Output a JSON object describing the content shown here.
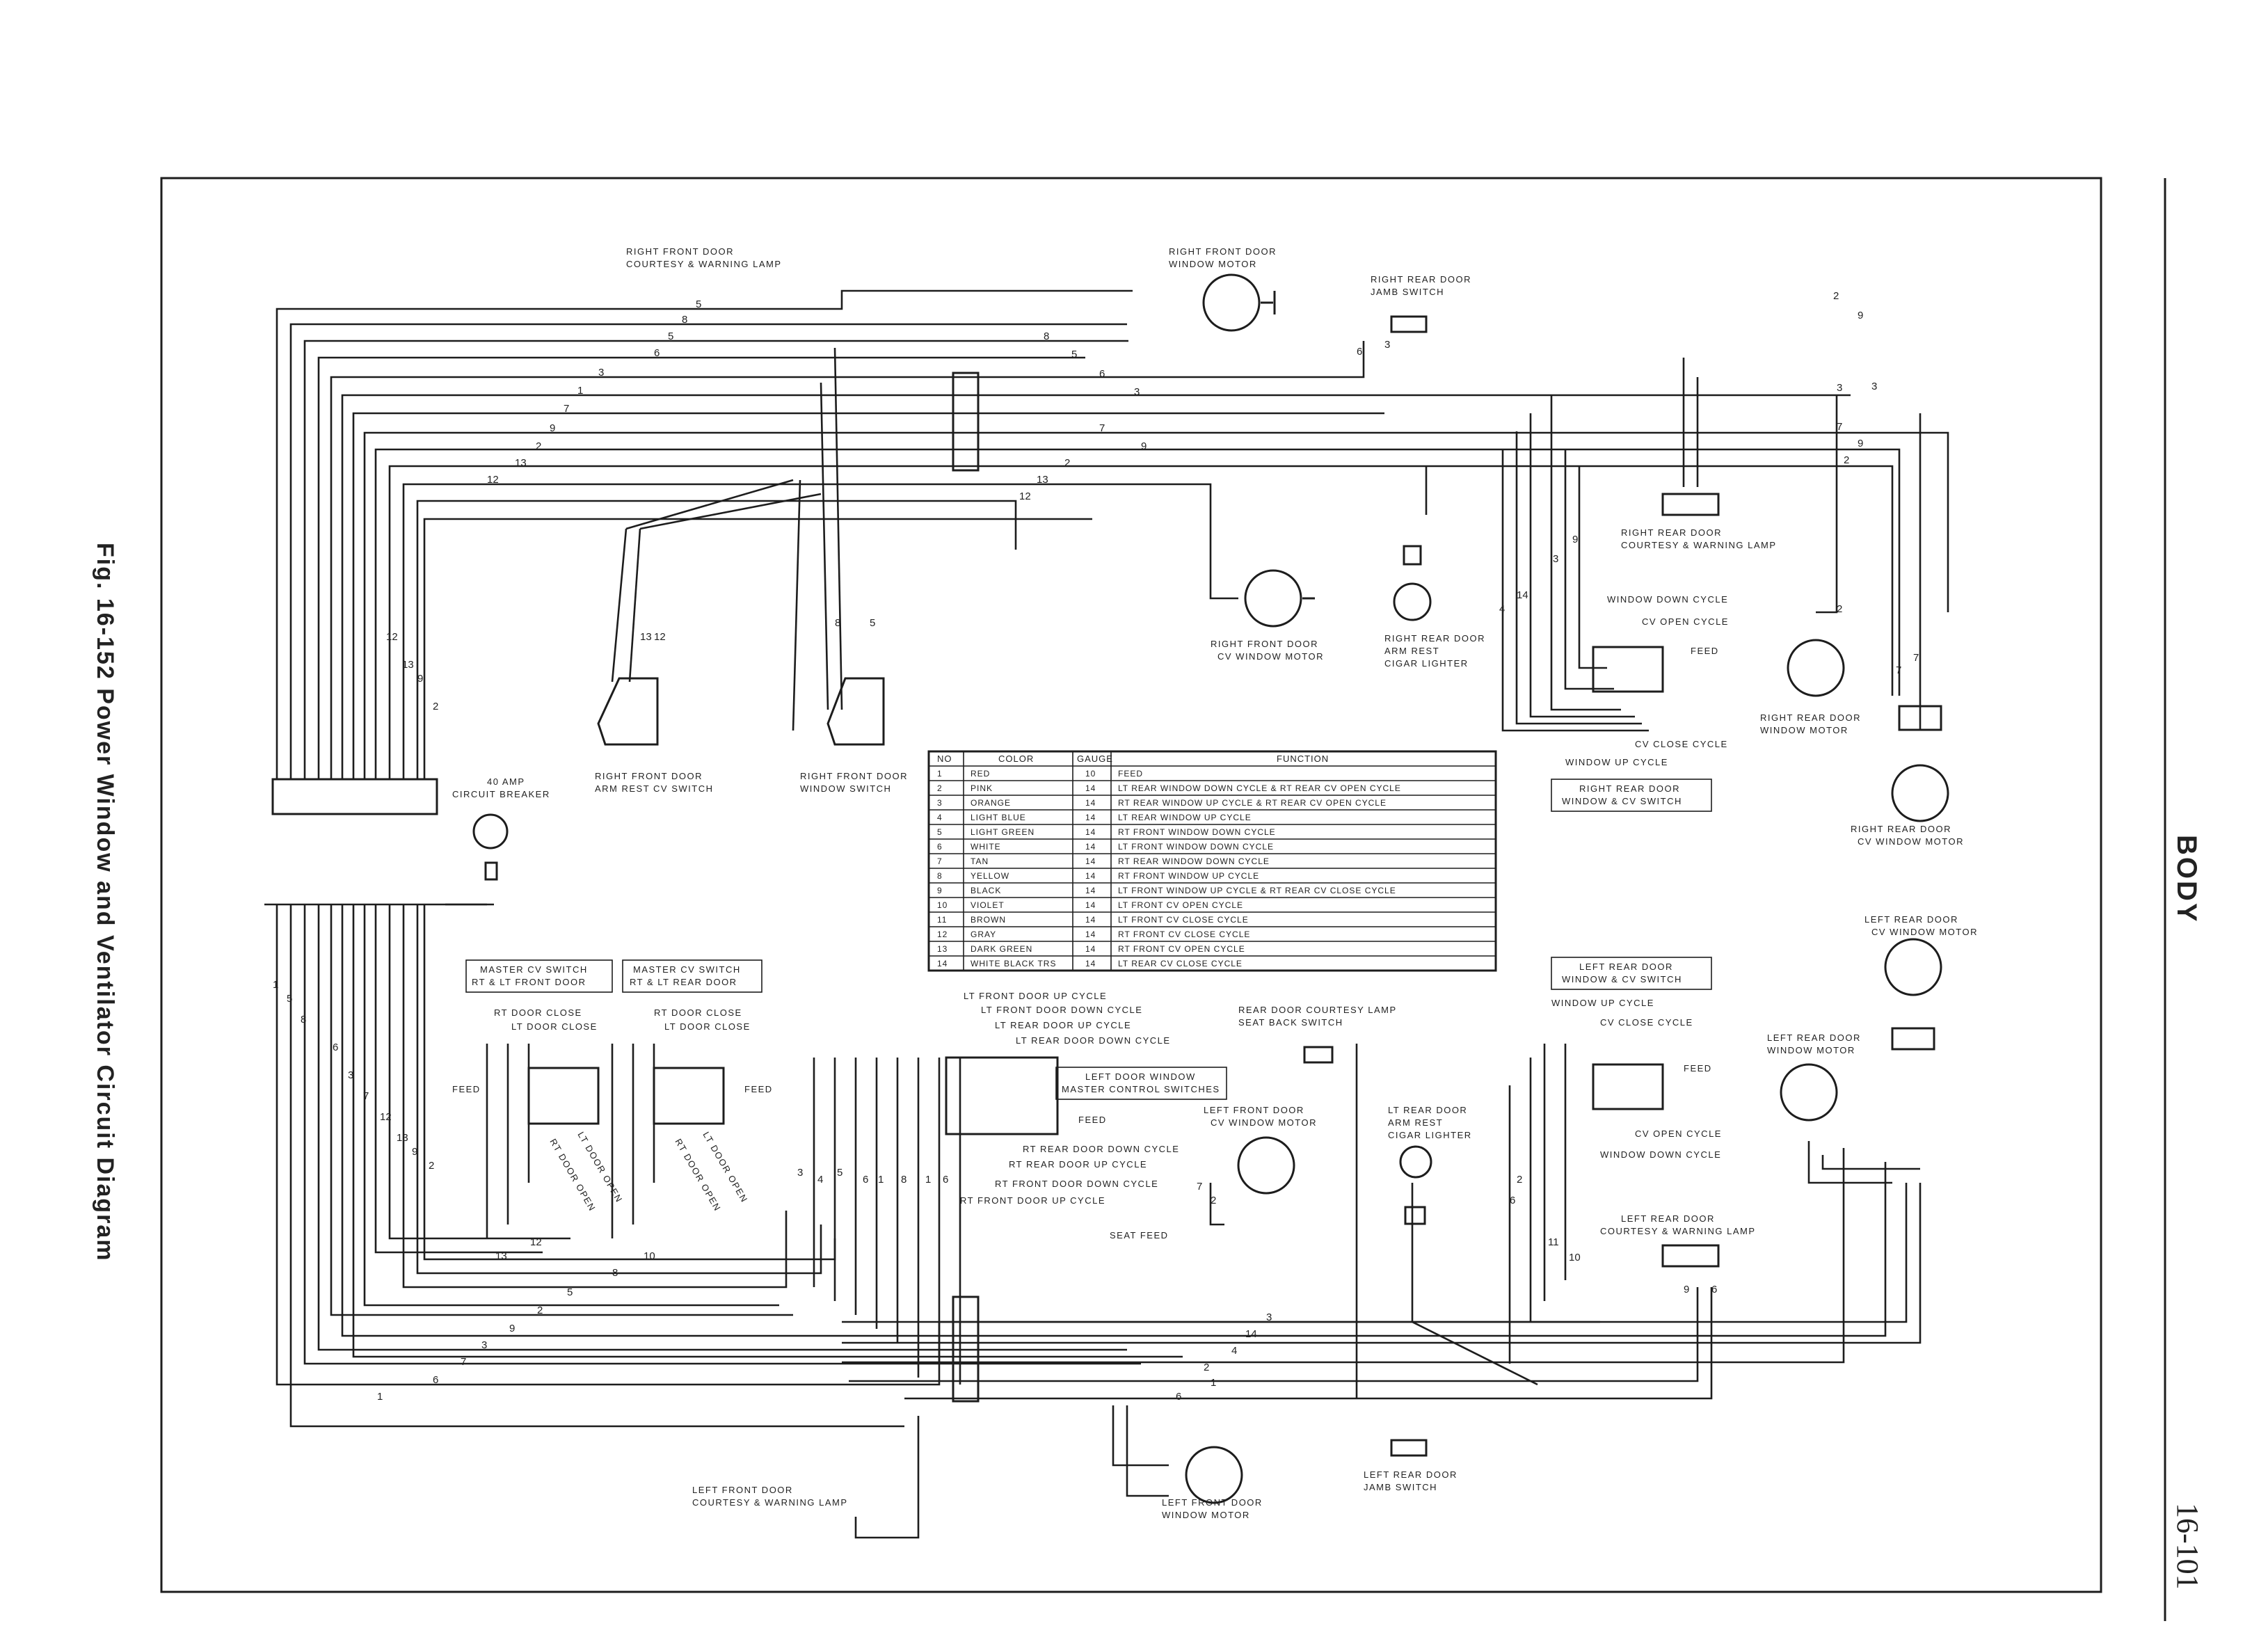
{
  "figure": {
    "caption": "Fig. 16-152 Power Window and Ventilator Circuit Diagram",
    "section": "BODY",
    "page_number": "16-101"
  },
  "labels": {
    "rf_courtesy": [
      "RIGHT FRONT DOOR",
      "COURTESY & WARNING LAMP"
    ],
    "rf_window_motor": [
      "RIGHT FRONT DOOR",
      "WINDOW MOTOR"
    ],
    "rr_jamb": [
      "RIGHT REAR DOOR",
      "JAMB SWITCH"
    ],
    "rr_courtesy": [
      "RIGHT REAR DOOR",
      "COURTESY & WARNING LAMP"
    ],
    "rf_cv_motor": [
      "RIGHT FRONT DOOR",
      "CV WINDOW MOTOR"
    ],
    "rr_armrest": [
      "RIGHT REAR DOOR",
      "ARM REST",
      "CIGAR LIGHTER"
    ],
    "rr_window_motor": [
      "RIGHT REAR DOOR",
      "WINDOW MOTOR"
    ],
    "rr_cv_motor": [
      "RIGHT REAR DOOR",
      "CV WINDOW MOTOR"
    ],
    "rf_armrest_cv_switch": [
      "RIGHT FRONT DOOR",
      "ARM REST CV SWITCH"
    ],
    "rf_window_switch": [
      "RIGHT FRONT DOOR",
      "WINDOW SWITCH"
    ],
    "circuit_breaker": [
      "40 AMP",
      "CIRCUIT BREAKER"
    ],
    "master_cv_front": [
      "MASTER CV SWITCH",
      "RT & LT FRONT DOOR"
    ],
    "master_cv_rear": [
      "MASTER CV SWITCH",
      "RT & LT REAR DOOR"
    ],
    "rr_window_cv_switch": [
      "RIGHT REAR DOOR",
      "WINDOW & CV SWITCH"
    ],
    "lr_window_cv_switch": [
      "LEFT REAR DOOR",
      "WINDOW & CV SWITCH"
    ],
    "lr_cv_motor": [
      "LEFT REAR DOOR",
      "CV WINDOW MOTOR"
    ],
    "lr_window_motor": [
      "LEFT REAR DOOR",
      "WINDOW MOTOR"
    ],
    "lr_courtesy": [
      "LEFT REAR DOOR",
      "COURTESY & WARNING LAMP"
    ],
    "lr_armrest": [
      "LT REAR DOOR",
      "ARM REST",
      "CIGAR LIGHTER"
    ],
    "rear_seatback": [
      "REAR DOOR COURTESY LAMP",
      "SEAT BACK SWITCH"
    ],
    "lf_cv_motor": [
      "LEFT FRONT DOOR",
      "CV WINDOW MOTOR"
    ],
    "left_master": [
      "LEFT DOOR WINDOW",
      "MASTER CONTROL SWITCHES"
    ],
    "lf_courtesy": [
      "LEFT FRONT DOOR",
      "COURTESY & WARNING LAMP"
    ],
    "lf_window_motor": [
      "LEFT FRONT DOOR",
      "WINDOW MOTOR"
    ],
    "lr_jamb": [
      "LEFT REAR DOOR",
      "JAMB SWITCH"
    ],
    "seat_feed": "SEAT FEED",
    "feed": "FEED",
    "rr_switch_terms": [
      "WINDOW DOWN CYCLE",
      "CV OPEN CYCLE",
      "CV CLOSE CYCLE",
      "WINDOW UP CYCLE"
    ],
    "lr_switch_terms": [
      "WINDOW UP CYCLE",
      "CV CLOSE CYCLE",
      "CV OPEN CYCLE",
      "WINDOW DOWN CYCLE"
    ],
    "master_terms": [
      "RT DOOR CLOSE",
      "LT DOOR CLOSE",
      "RT DOOR OPEN",
      "LT DOOR OPEN"
    ],
    "lf_master_terms": [
      "LT FRONT DOOR UP CYCLE",
      "LT FRONT DOOR DOWN CYCLE",
      "LT REAR DOOR UP CYCLE",
      "LT REAR DOOR DOWN CYCLE",
      "RT REAR DOOR DOWN CYCLE",
      "RT REAR DOOR UP CYCLE",
      "RT FRONT DOOR DOWN CYCLE",
      "RT FRONT DOOR UP CYCLE"
    ]
  },
  "wire_table": {
    "headers": [
      "NO",
      "COLOR",
      "GAUGE",
      "FUNCTION"
    ],
    "rows": [
      [
        "1",
        "RED",
        "10",
        "FEED"
      ],
      [
        "2",
        "PINK",
        "14",
        "LT REAR WINDOW DOWN CYCLE & RT REAR CV OPEN CYCLE"
      ],
      [
        "3",
        "ORANGE",
        "14",
        "RT REAR WINDOW UP CYCLE & RT REAR CV OPEN CYCLE"
      ],
      [
        "4",
        "LIGHT BLUE",
        "14",
        "LT REAR WINDOW UP CYCLE"
      ],
      [
        "5",
        "LIGHT GREEN",
        "14",
        "RT FRONT WINDOW DOWN CYCLE"
      ],
      [
        "6",
        "WHITE",
        "14",
        "LT FRONT WINDOW DOWN CYCLE"
      ],
      [
        "7",
        "TAN",
        "14",
        "RT REAR WINDOW DOWN CYCLE"
      ],
      [
        "8",
        "YELLOW",
        "14",
        "RT FRONT WINDOW UP CYCLE"
      ],
      [
        "9",
        "BLACK",
        "14",
        "LT FRONT WINDOW UP CYCLE & RT REAR CV CLOSE CYCLE"
      ],
      [
        "10",
        "VIOLET",
        "14",
        "LT FRONT CV OPEN CYCLE"
      ],
      [
        "11",
        "BROWN",
        "14",
        "LT FRONT CV CLOSE CYCLE"
      ],
      [
        "12",
        "GRAY",
        "14",
        "RT FRONT CV CLOSE CYCLE"
      ],
      [
        "13",
        "DARK GREEN",
        "14",
        "RT FRONT CV OPEN CYCLE"
      ],
      [
        "14",
        "WHITE BLACK TRS",
        "14",
        "LT REAR CV CLOSE CYCLE"
      ]
    ]
  },
  "wire_numbers": {
    "top_left": [
      "5",
      "8",
      "5",
      "6",
      "3",
      "1",
      "7",
      "9",
      "2",
      "13",
      "12"
    ],
    "top_mid": [
      "8",
      "5",
      "6",
      "3",
      "7",
      "9",
      "2",
      "13",
      "12"
    ],
    "top_right": [
      "3",
      "7",
      "9",
      "2"
    ],
    "bottom_left": [
      "12",
      "13",
      "10",
      "8",
      "5",
      "2",
      "9",
      "3",
      "7",
      "6",
      "1"
    ],
    "bottom_right": [
      "3",
      "14",
      "4",
      "2",
      "1",
      "6"
    ],
    "vertical_left": [
      "1",
      "5",
      "8",
      "6",
      "3",
      "7",
      "12",
      "13",
      "9",
      "2"
    ],
    "vertical_right": [
      "12",
      "13",
      "9",
      "2",
      "8",
      "5",
      "13",
      "12",
      "6",
      "3",
      "2",
      "9",
      "7",
      "7",
      "3",
      "2",
      "9",
      "3",
      "14",
      "4",
      "2",
      "6",
      "11",
      "10",
      "7",
      "2",
      "3",
      "4",
      "5",
      "6",
      "1",
      "8",
      "1",
      "6",
      "9",
      "6"
    ]
  }
}
